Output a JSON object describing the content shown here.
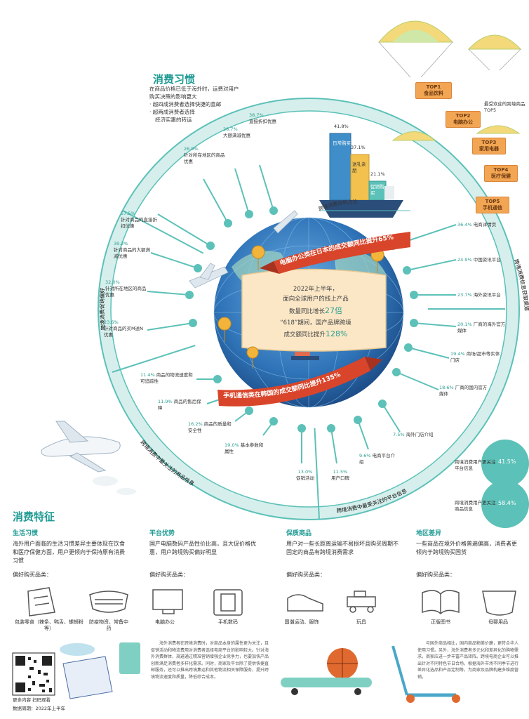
{
  "habits": {
    "title": "消费习惯",
    "intro": [
      "在商品价格已低于海外时，运费对用户",
      "购买决策的影响更大"
    ],
    "bullets": [
      "· 超四成消费者选择快捷的直邮",
      "· 超两成消费者选择",
      "经济实惠的转运"
    ]
  },
  "promotion_items": [
    {
      "pct": "38.7%",
      "label": "直接折扣优惠"
    },
    {
      "pct": "28.7%",
      "label": "大额满减优惠"
    },
    {
      "pct": "26.9%",
      "label": "针对所在地区的商品优惠"
    },
    {
      "pct": "57.5%",
      "label": "针对商品的直接折扣优惠"
    },
    {
      "pct": "39.2%",
      "label": "针对商品的大额满减优惠"
    },
    {
      "pct": "32.0%",
      "label": "针对所在地区的商品优惠"
    },
    {
      "pct": "23.6%",
      "label": "针对商品的买M送N优惠"
    }
  ],
  "promotion_arc_label": "跨境消费促销偏好",
  "info_channel_items": [
    {
      "pct": "36.4%",
      "label": "电商详情页"
    },
    {
      "pct": "24.9%",
      "label": "中国资讯平台"
    },
    {
      "pct": "23.7%",
      "label": "海外资讯平台"
    },
    {
      "pct": "20.1%",
      "label": "厂商的海外官方媒体"
    },
    {
      "pct": "19.4%",
      "label": "商场/超市等实体门店"
    },
    {
      "pct": "18.6%",
      "label": "厂商的国内官方媒体"
    }
  ],
  "info_arc_label": "跨境消费信息获取渠道",
  "attention_items": [
    {
      "pct": "11.4%",
      "label": "商品的物流速度和可追踪性"
    },
    {
      "pct": "11.9%",
      "label": "商品的售后保障"
    },
    {
      "pct": "16.2%",
      "label": "商品的质量和安全性"
    },
    {
      "pct": "19.0%",
      "label": "基本参数和属性"
    },
    {
      "pct": "13.0%",
      "label": "促销活动"
    },
    {
      "pct": "11.5%",
      "label": "用户口碑"
    },
    {
      "pct": "9.6%",
      "label": "电商平台介绍"
    },
    {
      "pct": "7.5%",
      "label": "海外门店介绍"
    }
  ],
  "attention_arc_label_left": "跨境消费中最关注的商品信息",
  "attention_arc_label_bottom": "跨境消费中最受关注的平台信息",
  "ship": {
    "title": "跨境消费动机占比",
    "containers": [
      {
        "pct": "41.8%",
        "label": "日常购买"
      },
      {
        "pct": "37.1%",
        "label": "送礼亲朋"
      },
      {
        "pct": "21.1%",
        "label": "促销购买"
      }
    ]
  },
  "globe": {
    "banner_top": "电脑办公类在日本的成交额同比提升65%",
    "banner_bottom": "手机通信类在韩国的成交额同比提升135%",
    "center_lines": [
      "2022年上半年，",
      "面向全球用户的线上产品",
      "数量同比增长",
      "27倍",
      "“618”期间，国产品牌跨境",
      "成交额同比提升",
      "128%"
    ]
  },
  "top5": {
    "title": "最受欢迎的跨境商品TOP5",
    "items": [
      {
        "rank": "TOP1",
        "name": "食品饮料"
      },
      {
        "rank": "TOP2",
        "name": "电脑办公"
      },
      {
        "rank": "TOP3",
        "name": "家用电器"
      },
      {
        "rank": "TOP4",
        "name": "医疗保健"
      },
      {
        "rank": "TOP5",
        "name": "手机通信"
      }
    ]
  },
  "focus": [
    {
      "label": "跨境消费用户更关注平台信息",
      "pct": "41.5%"
    },
    {
      "label": "跨境消费用户更关注商品信息",
      "pct": "58.4%"
    }
  ],
  "features": {
    "title": "消费特征",
    "columns": [
      {
        "title": "生活习惯",
        "text": "海外用户面临的生活习惯差异主要体现在饮食和医疗保健方面，用户更倾向于保持原有消费习惯",
        "pref": "偏好购买品类：",
        "items": [
          {
            "icon": "snack-bag-icon",
            "label": "包装零食（辣条、鸭舌、螺蛳粉等）"
          },
          {
            "icon": "mask-icon",
            "label": "防疫物资、常备中药"
          }
        ]
      },
      {
        "title": "平台优势",
        "text": "国产电脑数码产品性价比高，且大促价格优惠，用户跨境购买偏好明显",
        "pref": "偏好购买品类：",
        "items": [
          {
            "icon": "computer-icon",
            "label": "电脑办公"
          },
          {
            "icon": "phone-icon",
            "label": "手机数码"
          }
        ]
      },
      {
        "title": "保质商品",
        "text": "用户对一些长距离运输不易损坏且购买周期不固定的商品有跨境消费需求",
        "pref": "偏好购买品类：",
        "items": [
          {
            "icon": "sneaker-icon",
            "label": "国潮运动、服饰"
          },
          {
            "icon": "toy-car-icon",
            "label": "玩具"
          }
        ]
      },
      {
        "title": "地区差异",
        "text": "一些商品在境外价格普遍偏高，消费者更倾向于跨境购买国货",
        "pref": "偏好购买品类：",
        "items": [
          {
            "icon": "book-icon",
            "label": "正版图书"
          },
          {
            "icon": "diaper-icon",
            "label": "母婴用品"
          }
        ]
      }
    ]
  },
  "paragraphs": [
    "海外消费者在跨境消费时，对商品本身的属性更为关注，且促销活动和物流费用对消费者选择电商平台的影响较大。针对海外消费群体，规避通过精准营销增强企业竞争力，也要加快产品创新满足消费者多样化需求。同时，商家及平台除了提供快捷直邮服务，还可以推出跨境集运和其他物流相关保障服务，提升跨境物流速度和质量，降低综合成本。",
    "与国外商品相比，国内商品物美价廉，更符合华人使用习惯。另外，海外消费者多元化和差异化的购物需求，商家应进一步丰富产品矩阵。跨境电商企业可以推出针对不同特色节日合场，根据海外市场不同季节进行差异化选品和产品定制等，为商家及品牌构建多维度营销。"
  ],
  "footer": {
    "qr_caption": "更多内容 扫码观看",
    "period_label": "数据周期：",
    "period_value": "2022年上半年"
  },
  "colors": {
    "teal": "#5cc1b8",
    "teal_light": "#d6efec",
    "red_banner": "#d9452b",
    "globe": "#2f74b8",
    "orange": "#f2a553"
  }
}
